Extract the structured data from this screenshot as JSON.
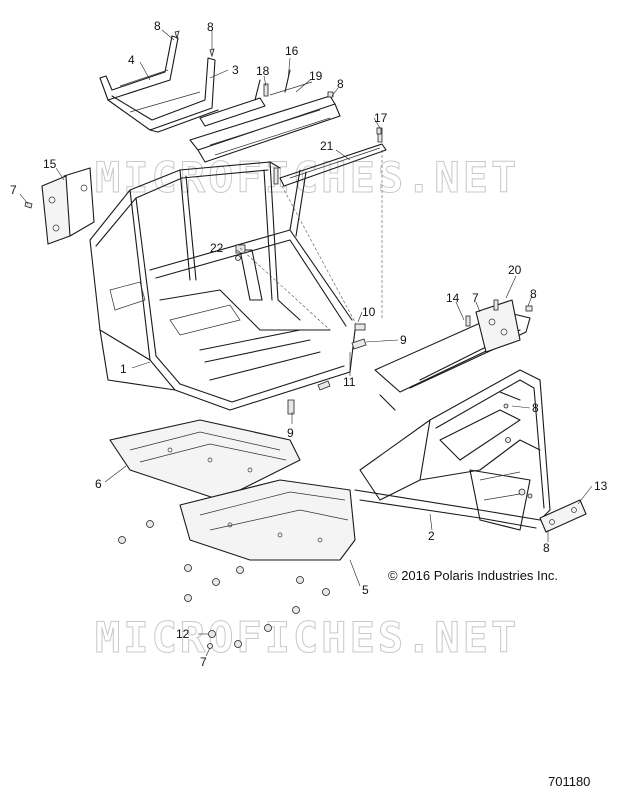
{
  "callouts": [
    {
      "id": "c-8a",
      "text": "8"
    },
    {
      "id": "c-8b",
      "text": "8"
    },
    {
      "id": "c-4",
      "text": "4"
    },
    {
      "id": "c-3",
      "text": "3"
    },
    {
      "id": "c-16",
      "text": "16"
    },
    {
      "id": "c-18",
      "text": "18"
    },
    {
      "id": "c-19",
      "text": "19"
    },
    {
      "id": "c-8c",
      "text": "8"
    },
    {
      "id": "c-17",
      "text": "17"
    },
    {
      "id": "c-15",
      "text": "15"
    },
    {
      "id": "c-7a",
      "text": "7"
    },
    {
      "id": "c-21",
      "text": "21"
    },
    {
      "id": "c-22",
      "text": "22"
    },
    {
      "id": "c-20",
      "text": "20"
    },
    {
      "id": "c-14",
      "text": "14"
    },
    {
      "id": "c-7b",
      "text": "7"
    },
    {
      "id": "c-8d",
      "text": "8"
    },
    {
      "id": "c-10",
      "text": "10"
    },
    {
      "id": "c-9a",
      "text": "9"
    },
    {
      "id": "c-1",
      "text": "1"
    },
    {
      "id": "c-11",
      "text": "11"
    },
    {
      "id": "c-8e",
      "text": "8"
    },
    {
      "id": "c-9b",
      "text": "9"
    },
    {
      "id": "c-6",
      "text": "6"
    },
    {
      "id": "c-13",
      "text": "13"
    },
    {
      "id": "c-2",
      "text": "2"
    },
    {
      "id": "c-8f",
      "text": "8"
    },
    {
      "id": "c-5",
      "text": "5"
    },
    {
      "id": "c-12",
      "text": "12"
    },
    {
      "id": "c-7c",
      "text": "7"
    }
  ],
  "watermark": "MICROFICHES.NET",
  "copyright": "© 2016 Polaris Industries Inc.",
  "reference_number": "701180"
}
